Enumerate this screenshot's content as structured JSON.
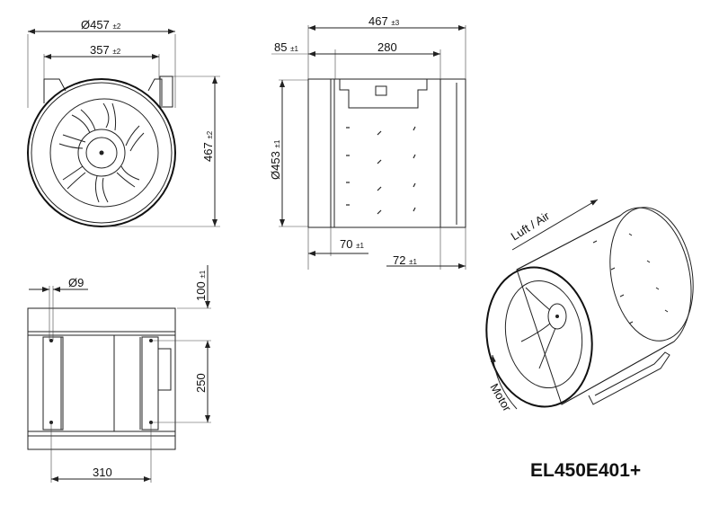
{
  "title": {
    "model": "EL450E401+"
  },
  "front_view": {
    "outer_diameter": {
      "value": "Ø457",
      "tol": "±2"
    },
    "bracket_width": {
      "value": "357",
      "tol": "±2"
    },
    "height": {
      "value": "467",
      "tol": "±2"
    }
  },
  "side_view": {
    "total_length": {
      "value": "467",
      "tol": "±3"
    },
    "inlet_length": {
      "value": "85",
      "tol": "±1"
    },
    "bracket_length": {
      "value": "280"
    },
    "duct_diameter": {
      "value": "Ø453",
      "tol": "±1"
    },
    "bottom_offset": {
      "value": "70",
      "tol": "±1"
    },
    "outlet_length": {
      "value": "72",
      "tol": "±1"
    }
  },
  "bottom_view": {
    "hole_diameter": {
      "value": "Ø9"
    },
    "edge_offset": {
      "value": "100",
      "tol": "±1"
    },
    "hole_spacing_y": {
      "value": "250"
    },
    "hole_spacing_x": {
      "value": "310"
    }
  },
  "iso_view": {
    "airflow_label": "Luft / Air",
    "rotation_label": "Motor"
  }
}
